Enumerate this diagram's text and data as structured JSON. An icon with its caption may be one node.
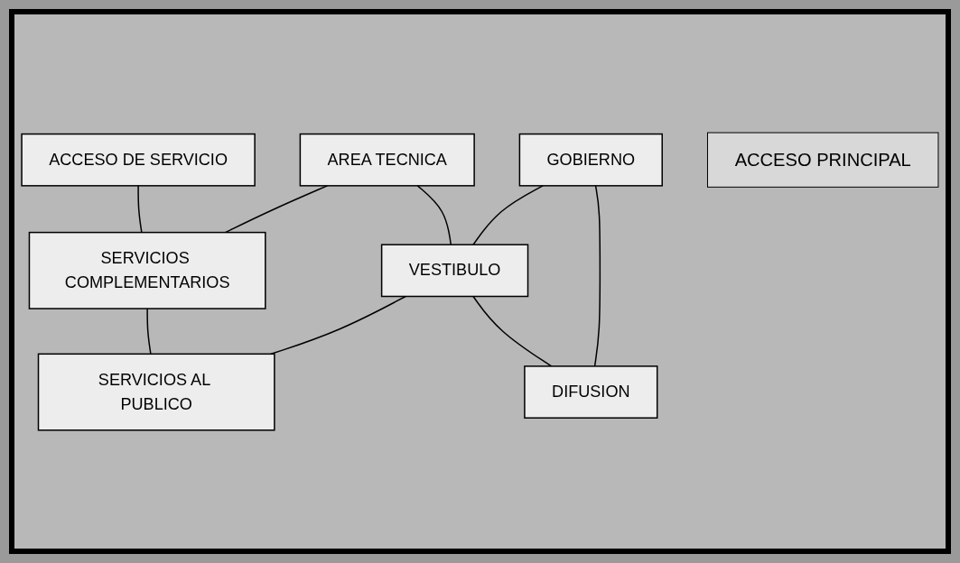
{
  "diagram": {
    "nodes": [
      {
        "text": [
          "ACCESO DE SERVICIO"
        ]
      },
      {
        "text": [
          "AREA TECNICA"
        ]
      },
      {
        "text": [
          "SERVICIOS COMPLEMENTARIOS"
        ]
      },
      {
        "text": [
          "GOBIERNO"
        ]
      },
      {
        "text": [
          "VESTIBULO"
        ]
      },
      {
        "text": [
          "SERVICIOS AL PUBLICO"
        ]
      },
      {
        "text": [
          "DIFUSION"
        ]
      },
      {
        "text": [
          "ACCESO PRINCIPAL"
        ]
      }
    ],
    "edges": [
      {
        "from": 0,
        "to": 2,
        "arrow": "none"
      },
      {
        "from": 1,
        "to": 2,
        "arrow": "none"
      },
      {
        "from": 2,
        "to": 5,
        "arrow": "none"
      },
      {
        "from": 1,
        "to": 4,
        "arrow": "none"
      },
      {
        "from": 3,
        "to": 4,
        "arrow": "none"
      },
      {
        "from": 4,
        "to": 5,
        "arrow": "none"
      },
      {
        "from": 4,
        "to": 6,
        "arrow": "none"
      },
      {
        "from": 3,
        "to": 6,
        "arrow": "none"
      }
    ]
  }
}
